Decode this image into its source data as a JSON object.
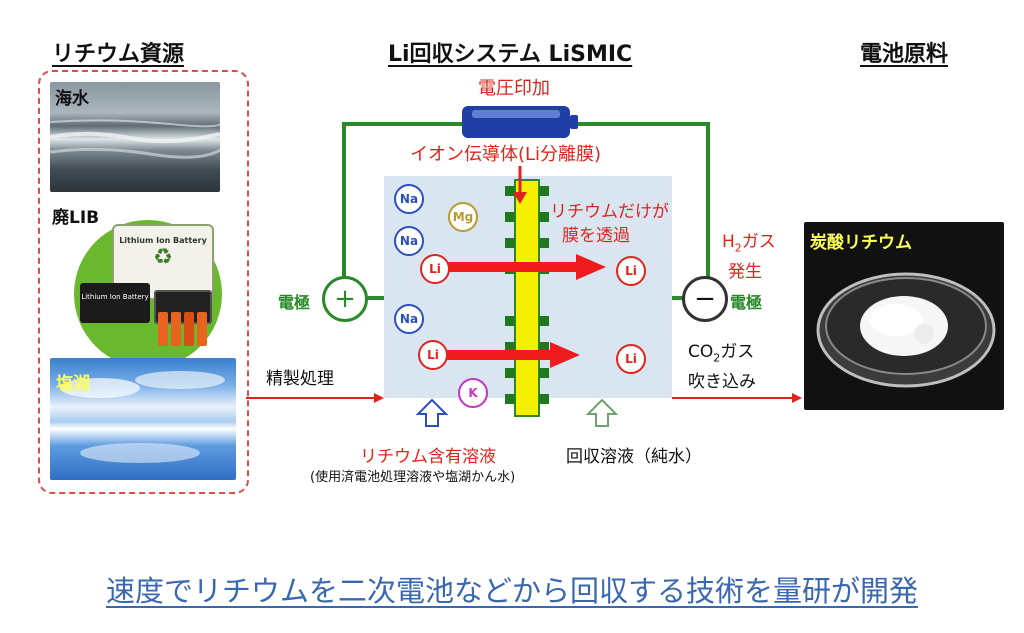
{
  "headers": {
    "left": "リチウム資源",
    "center": "Li回収システム LiSMIC",
    "right": "電池原料"
  },
  "sources": {
    "sea": "海水",
    "lib": "廃LIB",
    "lake": "塩湖",
    "battery_label_1": "Lithium Ion Battery",
    "battery_label_2": "Lithium Ion Battery"
  },
  "system": {
    "voltage": "電圧印加",
    "membrane": "イオン伝導体(Li分離膜)",
    "only_lithium_line1": "リチウムだけが",
    "only_lithium_line2": "膜を透過",
    "h2_prefix": "H",
    "h2_sub": "2",
    "h2_suffix": "ガス",
    "h2_line2": "発生",
    "electrode_left": "電極",
    "electrode_right": "電極",
    "plus": "+",
    "minus": "−",
    "refining": "精製処理",
    "co2_prefix": "CO",
    "co2_sub": "2",
    "co2_suffix": "ガス",
    "co2_line2": "吹き込み",
    "feed_solution": "リチウム含有溶液",
    "feed_note": "(使用済電池処理溶液や塩湖かん水)",
    "recovery_solution": "回収溶液（純水）",
    "ions": {
      "na1": "Na",
      "mg": "Mg",
      "na2": "Na",
      "li1": "Li",
      "li_right1": "Li",
      "na3": "Na",
      "li2": "Li",
      "li_right2": "Li",
      "k": "K"
    }
  },
  "product": {
    "label": "炭酸リチウム"
  },
  "caption": "速度でリチウムを二次電池などから回収する技術を量研が開発",
  "colors": {
    "red": "#e0241c",
    "green": "#2a8a2a",
    "tank": "#d9e6f2",
    "membrane": "#f4f000",
    "link": "#3a68b0"
  }
}
